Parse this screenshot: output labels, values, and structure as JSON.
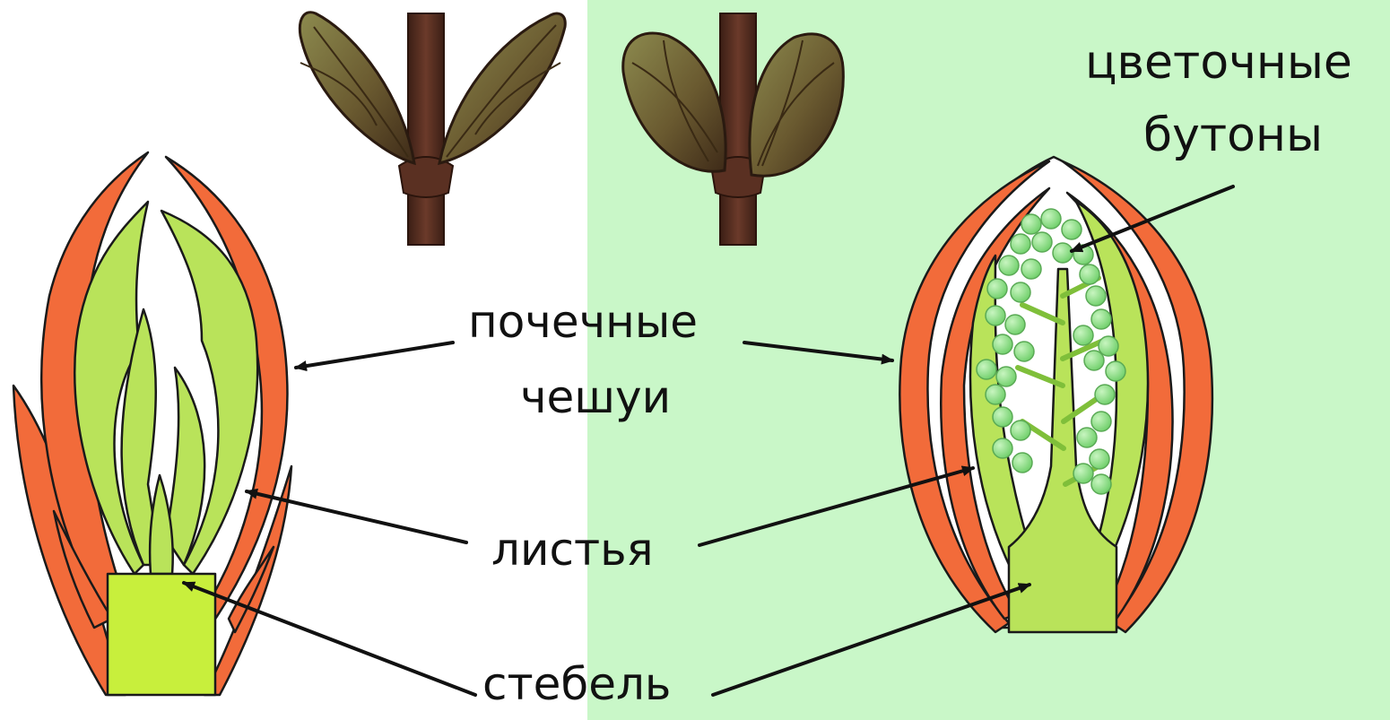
{
  "labels": {
    "scales_line1": "почечные",
    "scales_line2": "чешуи",
    "leaves": "листья",
    "stem": "стебель",
    "flowers_line1": "цветочные",
    "flowers_line2": "бутоны"
  },
  "colors": {
    "right_background": "#c9f7c8",
    "scale_orange": "#f26b3a",
    "leaf_green": "#b9e35a",
    "stem_lime": "#c8ef3c",
    "bud_green": "#8fe08a",
    "bud_brown": "#5b4128",
    "outline": "#1a1a1a"
  },
  "icons": {
    "leaf_bud_picture": "leaf-bud-picture",
    "flower_bud_picture": "flower-bud-picture"
  }
}
